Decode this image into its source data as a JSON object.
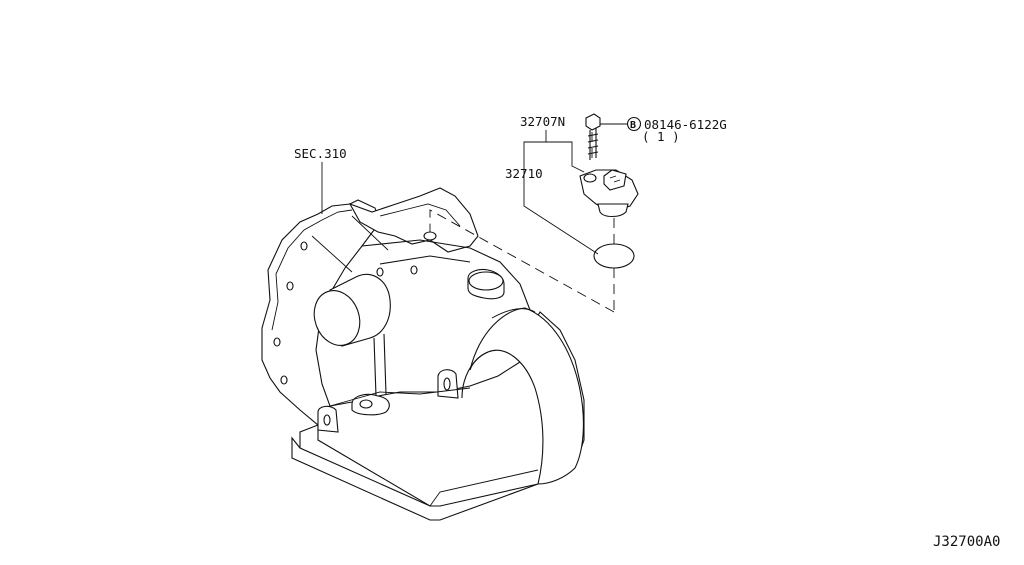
{
  "diagram": {
    "labels": {
      "sec_ref": "SEC.310",
      "bolt_part": "32707N",
      "sensor_part": "32710",
      "fastener_code": "08146-6122G",
      "fastener_qty": "( 1 )",
      "fastener_symbol": "B"
    },
    "figure_code": "J32700A0"
  }
}
